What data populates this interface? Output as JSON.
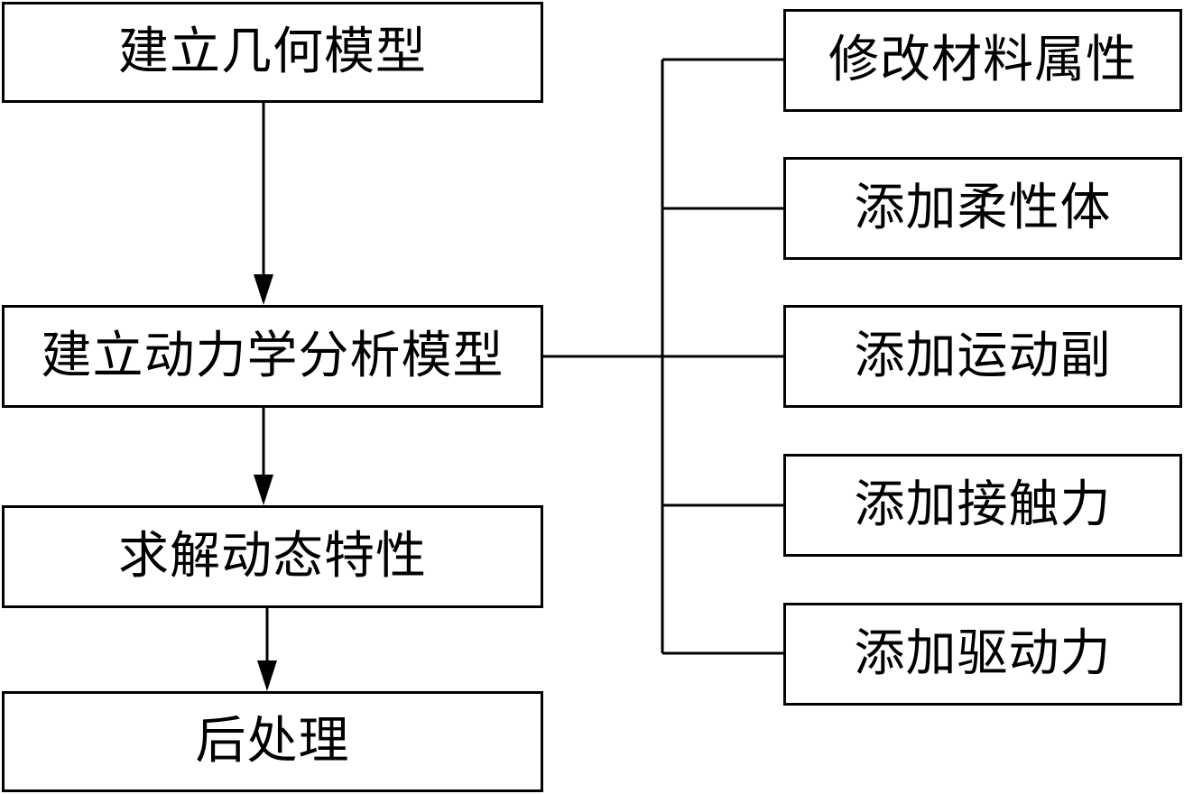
{
  "left_steps": [
    {
      "label": "建立几何模型"
    },
    {
      "label": "建立动力学分析模型"
    },
    {
      "label": "求解动态特性"
    },
    {
      "label": "后处理"
    }
  ],
  "right_steps": [
    {
      "label": "修改材料属性"
    },
    {
      "label": "添加柔性体"
    },
    {
      "label": "添加运动副"
    },
    {
      "label": "添加接触力"
    },
    {
      "label": "添加驱动力"
    }
  ]
}
